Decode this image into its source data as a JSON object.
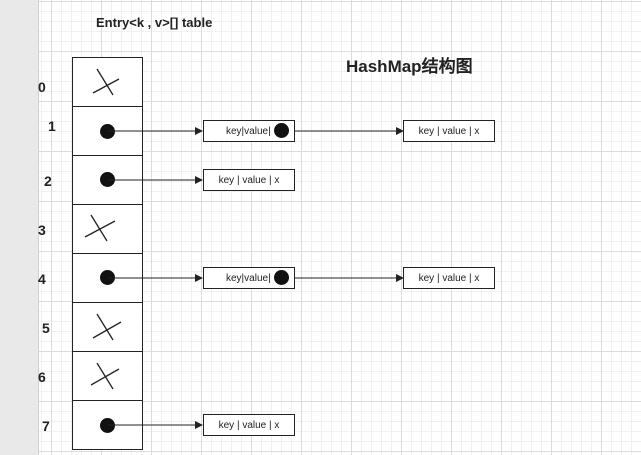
{
  "title": "HashMap结构图",
  "subtitle": "Entry<k , v>[] table",
  "indices": [
    "0",
    "1",
    "2",
    "3",
    "4",
    "5",
    "6",
    "7"
  ],
  "slots": [
    {
      "state": "null"
    },
    {
      "state": "pointer"
    },
    {
      "state": "pointer"
    },
    {
      "state": "null"
    },
    {
      "state": "pointer"
    },
    {
      "state": "null"
    },
    {
      "state": "null"
    },
    {
      "state": "pointer"
    }
  ],
  "entries": {
    "row1_first": "key|value|",
    "row1_second": "key | value | x",
    "row2_first": "key | value | x",
    "row4_first": "key|value|",
    "row4_second": "key | value | x",
    "row7_first": "key | value | x"
  }
}
